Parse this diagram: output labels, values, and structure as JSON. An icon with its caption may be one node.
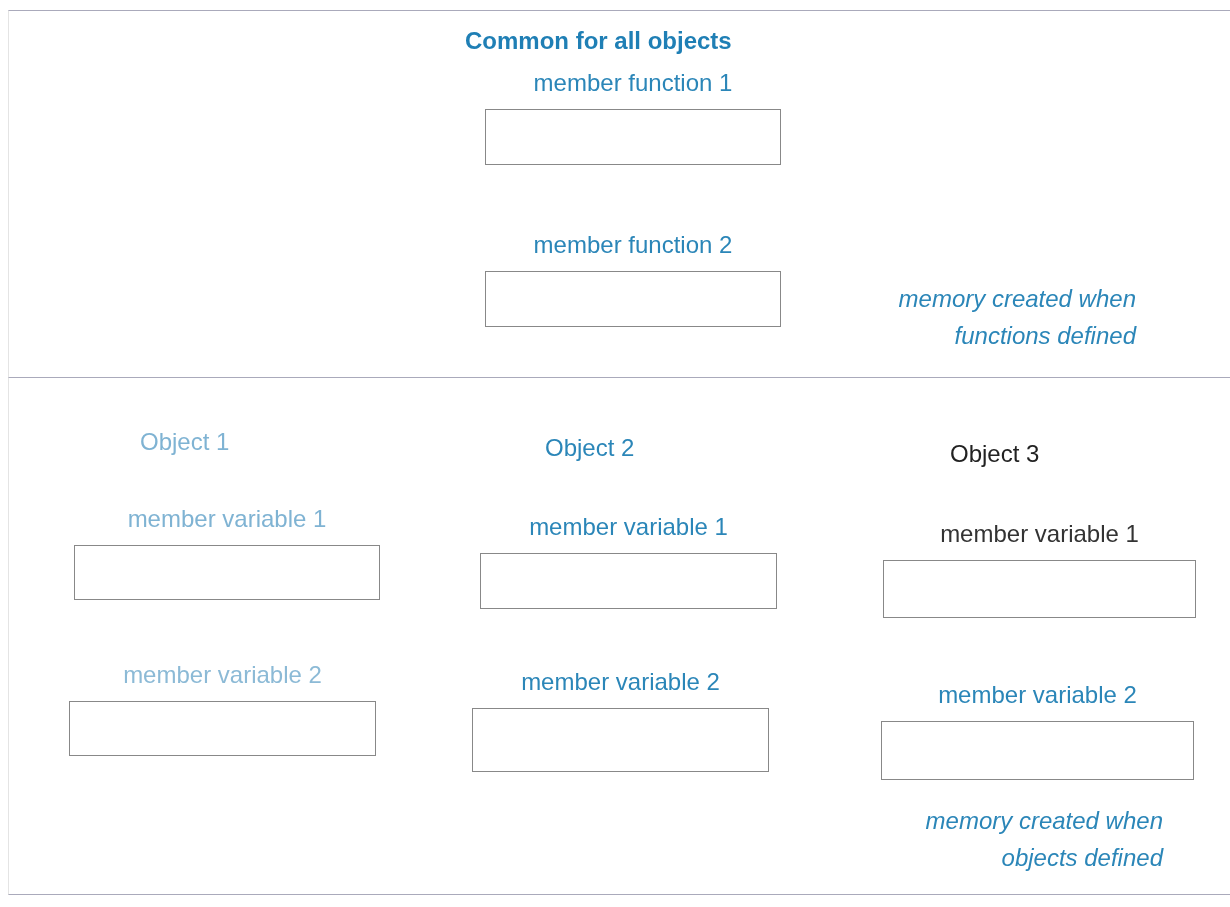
{
  "diagram": {
    "nodes": [
      {
        "text": [
          "Common for all objects"
        ]
      },
      {
        "text": [
          "member function 1"
        ],
        "in": 0
      },
      {
        "text": [
          "member function 2"
        ],
        "in": 0
      },
      {
        "text": [],
        "shape": "box"
      },
      {
        "text": [
          "member variable 1"
        ],
        "in": 3
      },
      {
        "text": [
          "member variable 1"
        ],
        "in": 3
      },
      {
        "text": [
          "member variable 1"
        ],
        "in": 3
      },
      {
        "text": [
          "member variable 2"
        ],
        "in": 3
      },
      {
        "text": [
          "member variable 2"
        ],
        "in": 3
      },
      {
        "text": [
          "member variable 2"
        ],
        "in": 3
      }
    ],
    "edges": [],
    "labels": [
      "memory created when functions defined",
      "Object 1",
      "Object 2",
      "Object 3",
      "memory created when objects defined"
    ]
  }
}
